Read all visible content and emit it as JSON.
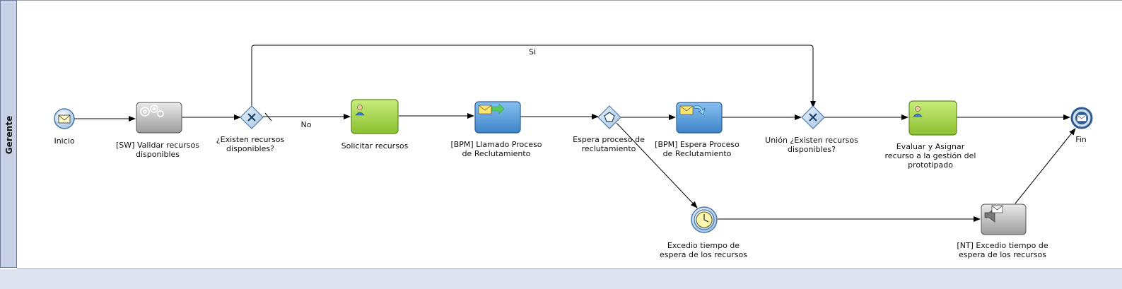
{
  "lane": {
    "title": "Gerente"
  },
  "nodes": {
    "start": {
      "label": "Inicio",
      "icon": "envelope-icon"
    },
    "validate": {
      "label": "[SW] Validar recursos\ndisponibles",
      "icon": "gears-icon"
    },
    "gateway1": {
      "label": "¿Existen recursos\ndisponibles?"
    },
    "request": {
      "label": "Solicitar recursos",
      "icon": "user-icon"
    },
    "call": {
      "label": "[BPM] Llamado Proceso\nde Reclutamiento",
      "icon": "send-message-icon"
    },
    "eventgw": {
      "label": "Espera proceso de\nreclutamiento"
    },
    "wait": {
      "label": "[BPM] Espera  Proceso\nde Reclutamiento",
      "icon": "receive-message-icon"
    },
    "join": {
      "label": "Unión ¿Existen recursos\ndisponibles?"
    },
    "assign": {
      "label": "Evaluar y Asignar\nrecurso a la gestión del\nprototipado",
      "icon": "user-icon"
    },
    "end": {
      "label": "Fin",
      "icon": "envelope-icon"
    },
    "timer": {
      "label": "Excedio tiempo de\nespera de los recursos",
      "icon": "clock-icon"
    },
    "notify": {
      "label": "[NT] Excedio tiempo de\nespera de los recursos",
      "icon": "notification-icon"
    }
  },
  "flows": {
    "yes_label": "Si",
    "no_label": "No"
  },
  "colors": {
    "task_green": "#9ccc3c",
    "task_blue": "#4a90d4",
    "task_gray": "#a8a8a8",
    "lane_header": "#c9d1e6"
  }
}
